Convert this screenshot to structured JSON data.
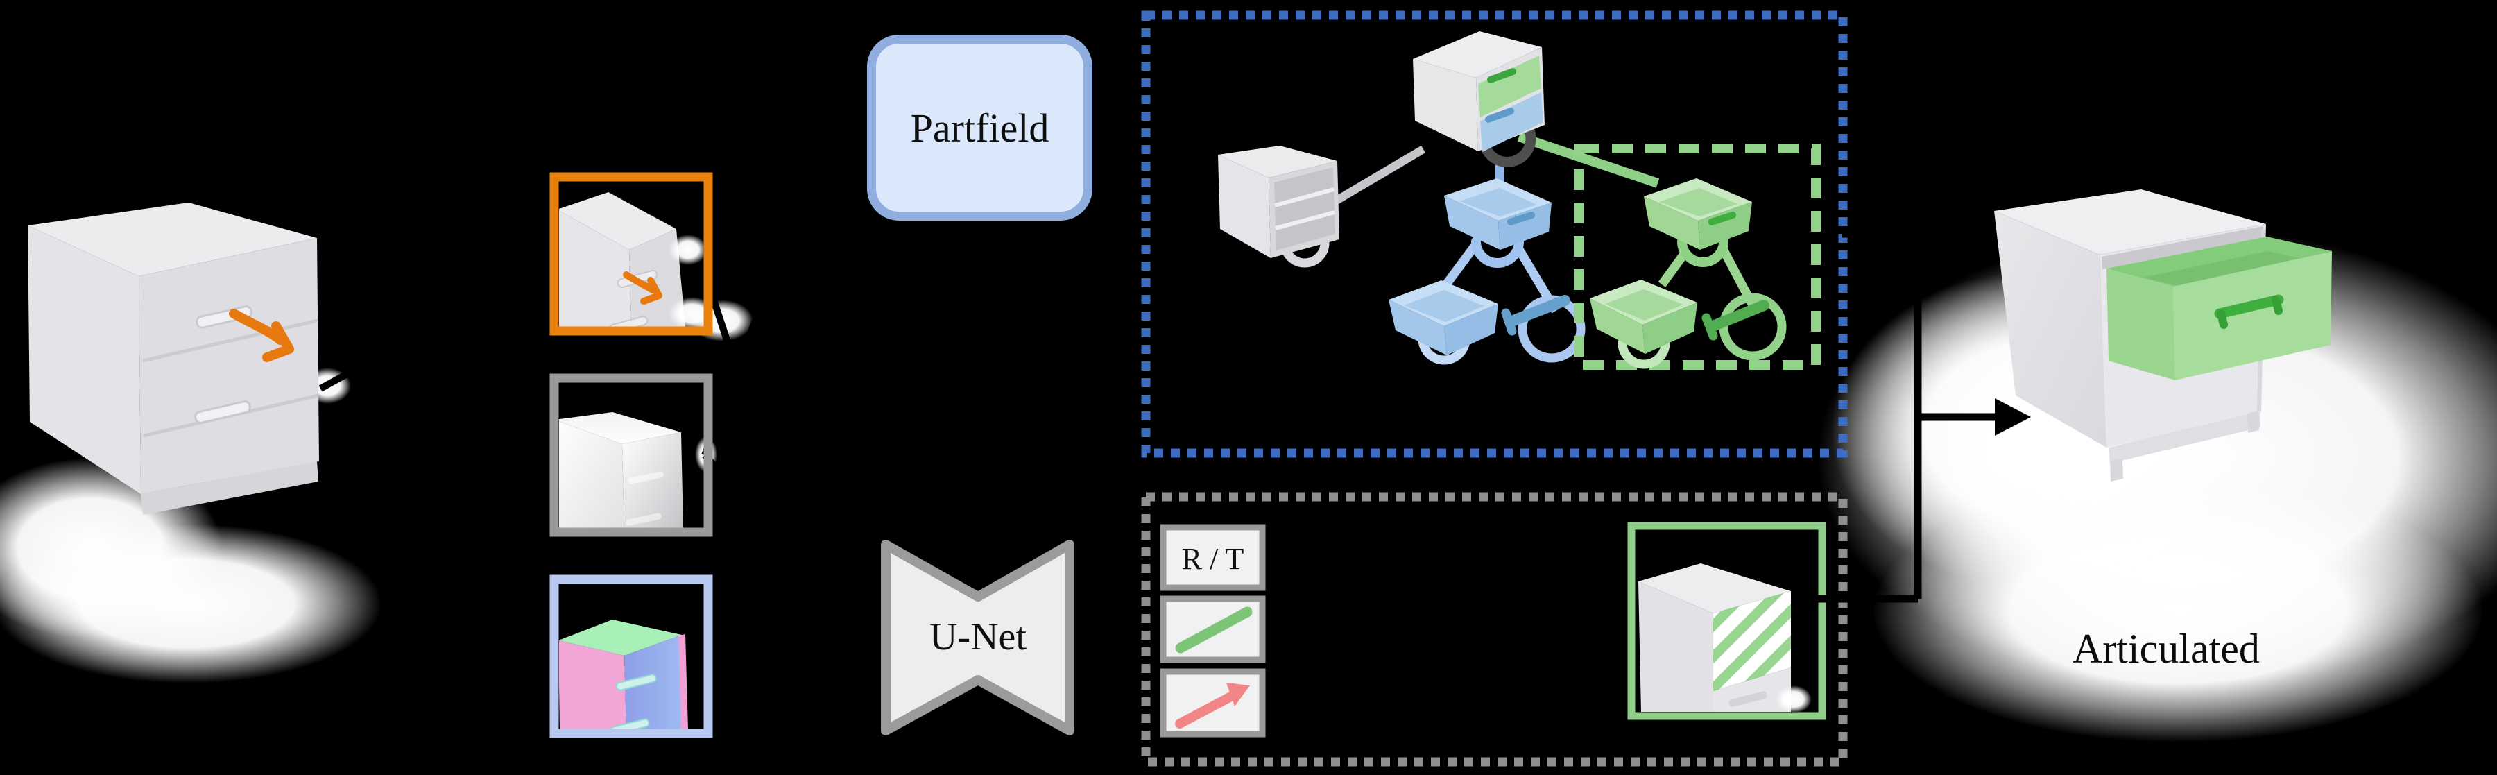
{
  "canvas": {
    "background": "#000000"
  },
  "labels": {
    "partfield": "Partfield",
    "unet": "U-Net",
    "rt": "R / T",
    "output_caption": "Articulated"
  },
  "colors": {
    "annotation_orange": "#E8790F",
    "rgb_thumb_border": "#E8820F",
    "depth_thumb_border": "#9A9A9A",
    "normal_thumb_border": "#B7C9F1",
    "partfield_fill": "#DBE7FA",
    "partfield_border": "#8FADDE",
    "unet_fill": "#EDEDEE",
    "unet_border": "#9B9B9B",
    "hierarchy_box_border": "#3E6CC0",
    "selected_part_box_border": "#92D28A",
    "prediction_box_border": "#8F8F8F",
    "pred_card_border": "#999999",
    "pred_card_fill": "#F1F1F1",
    "axis_green": "#7CC577",
    "motion_red": "#F28686",
    "mask_box_border": "#8FCF8A",
    "mask_hatch_green": "#98D590",
    "tree_blue": "#A9CBEA",
    "tree_blue_edge": "#ADCBF2",
    "tree_green": "#A8DCA0",
    "tree_green_edge": "#8ED186",
    "root_joint_gray": "#4F4F4F",
    "connector_black": "#000000"
  }
}
